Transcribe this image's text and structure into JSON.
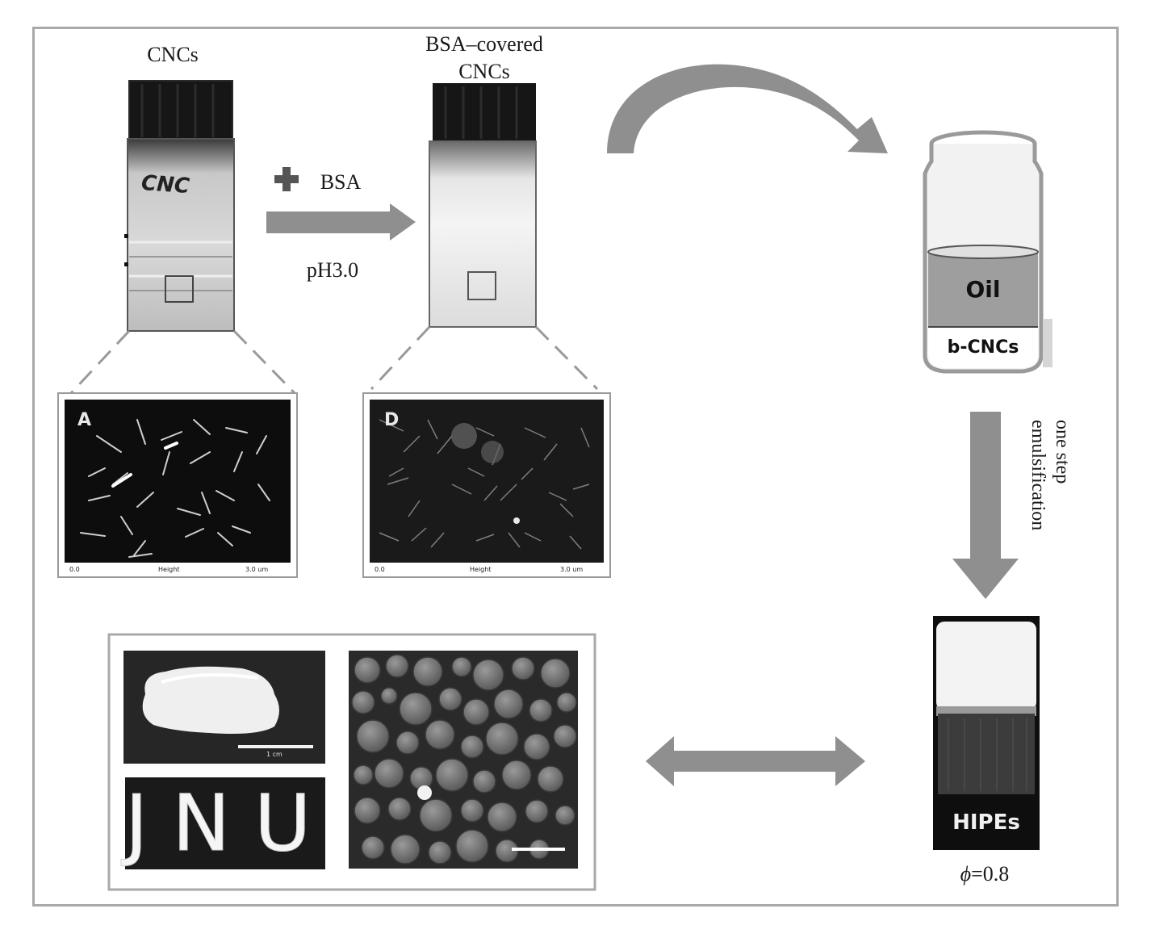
{
  "panel_a": {
    "label": "CNCs",
    "vial_text": "CNC"
  },
  "panel_b": {
    "label_line1": "BSA–covered",
    "label_line2": "CNCs"
  },
  "step1": {
    "reagent": "BSA",
    "condition": "pH3.0"
  },
  "afm_a": {
    "letter": "A",
    "axis_start": "0.0",
    "axis_title": "Height",
    "axis_end": "3.0 um"
  },
  "afm_d": {
    "letter": "D",
    "axis_start": "0.0",
    "axis_title": "Height",
    "axis_end": "3.0 um"
  },
  "oil_vial": {
    "top_layer": "Oil",
    "bottom_layer": "b-CNCs"
  },
  "step2": {
    "line1": "one step",
    "line2": "emulsification"
  },
  "hipe": {
    "vial_label": "HIPEs",
    "phi_symbol": "ϕ",
    "phi_value": "=0.8"
  },
  "results": {
    "letters": "JNU",
    "scale_label": "1 cm"
  },
  "colors": {
    "arrow": "#8f8f8f",
    "arrow_dark": "#6f6f6f",
    "frame": "#a9a9a9",
    "micrograph_bg": "#141414",
    "plus": "#555555"
  }
}
